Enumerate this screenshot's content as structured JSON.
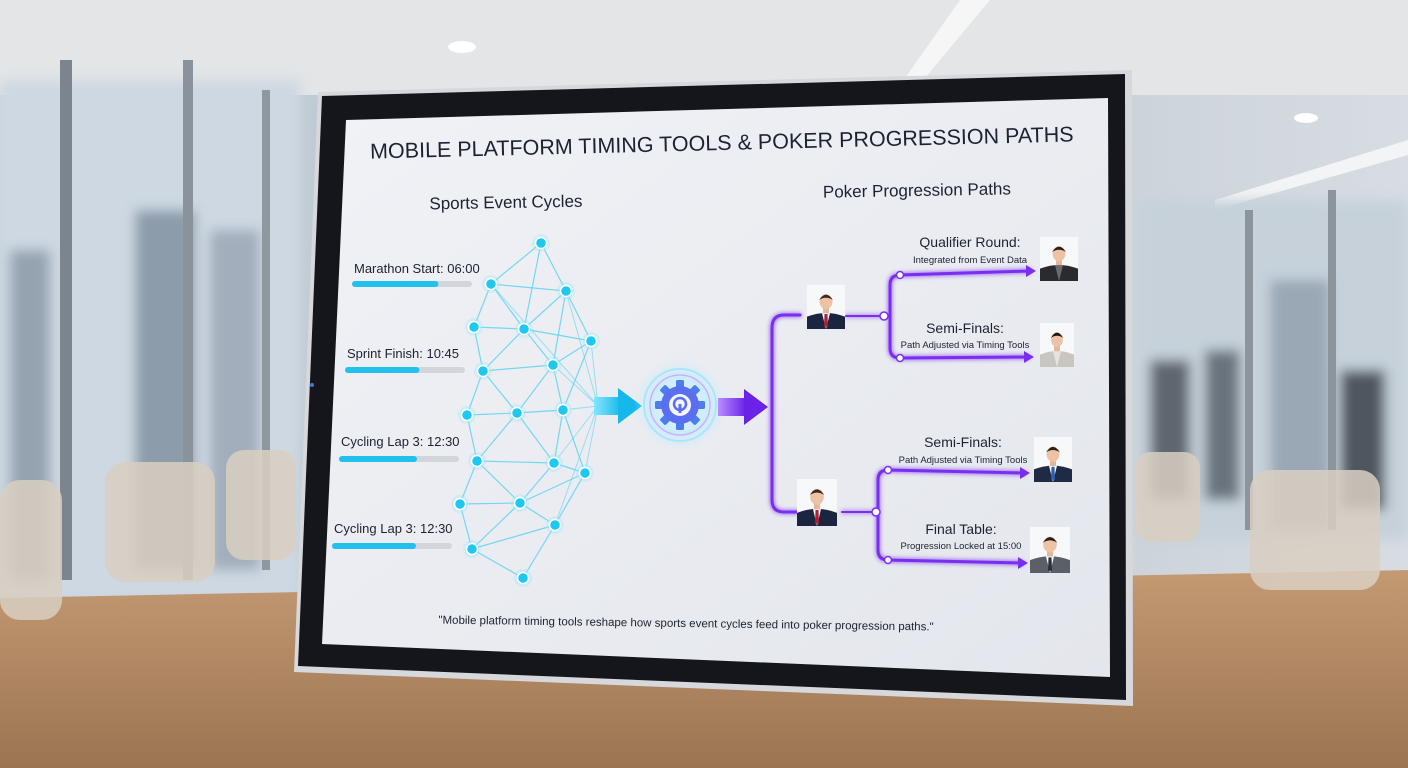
{
  "title": "MOBILE PLATFORM TIMING TOOLS & POKER PROGRESSION PATHS",
  "left_heading": "Sports Event Cycles",
  "right_heading": "Poker Progression Paths",
  "events": [
    {
      "label": "Marathon Start: 06:00",
      "progress": 0.72
    },
    {
      "label": "Sprint Finish: 10:45",
      "progress": 0.62
    },
    {
      "label": "Cycling Lap 3: 12:30",
      "progress": 0.65
    },
    {
      "label": "Cycling Lap 3: 12:30",
      "progress": 0.7
    }
  ],
  "bracket_top": [
    {
      "title": "Qualifier Round:",
      "subtitle": "Integrated from Event Data"
    },
    {
      "title": "Semi-Finals:",
      "subtitle": "Path Adjusted via Timing Tools"
    }
  ],
  "bracket_bottom": [
    {
      "title": "Semi-Finals:",
      "subtitle": "Path Adjusted via Timing Tools"
    },
    {
      "title": "Final Table:",
      "subtitle": "Progression Locked at 15:00"
    }
  ],
  "quote": "\"Mobile platform timing tools reshape how sports event cycles feed into poker progression paths.\"",
  "colors": {
    "cyan": "#1ec8f0",
    "purple": "#7a2ff0",
    "screen": "#eceef3",
    "bezel": "#14161b"
  },
  "icons": [
    "gear-icon",
    "person-avatar",
    "arrow-right-icon"
  ]
}
